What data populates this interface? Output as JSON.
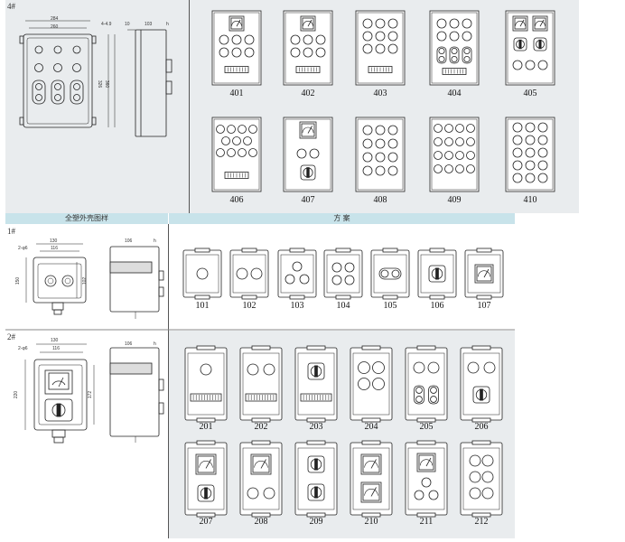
{
  "header": {
    "shell_label": "全塑外壳图样",
    "scheme_label": "方  案"
  },
  "sections": [
    {
      "id": "4#",
      "label": "4#"
    },
    {
      "id": "1#",
      "label": "1#"
    },
    {
      "id": "2#",
      "label": "2#"
    }
  ],
  "dimensions": {
    "s4": {
      "w1": "284",
      "w2": "260",
      "holes": "4-4.9",
      "d1": "10",
      "d2": "103",
      "h_mark": "h",
      "v1": "326",
      "v2": "360"
    },
    "s1": {
      "w1": "130",
      "w2": "116",
      "phi": "2-φ6",
      "v1": "150",
      "v2": "102",
      "depth": "106",
      "h_mark": "h"
    },
    "s2": {
      "w1": "130",
      "w2": "116",
      "phi": "2-φ6",
      "v1": "220",
      "v2": "172",
      "depth": "106",
      "h_mark": "h"
    }
  },
  "schemes_4": [
    {
      "code": "401",
      "layout": "meter+6+strip"
    },
    {
      "code": "402",
      "layout": "meter+6+strip"
    },
    {
      "code": "403",
      "layout": "9+strip"
    },
    {
      "code": "404",
      "layout": "6+dual+strip"
    },
    {
      "code": "405",
      "layout": "2meter+2switch+3"
    },
    {
      "code": "406",
      "layout": "10+strip"
    },
    {
      "code": "407",
      "layout": "meter+2+switch"
    },
    {
      "code": "408",
      "layout": "12"
    },
    {
      "code": "409",
      "layout": "15"
    },
    {
      "code": "410",
      "layout": "15small"
    }
  ],
  "schemes_1": [
    {
      "code": "101",
      "layout": "1"
    },
    {
      "code": "102",
      "layout": "2"
    },
    {
      "code": "103",
      "layout": "3"
    },
    {
      "code": "104",
      "layout": "4"
    },
    {
      "code": "105",
      "layout": "dual"
    },
    {
      "code": "106",
      "layout": "switch"
    },
    {
      "code": "107",
      "layout": "meter"
    }
  ],
  "schemes_2": [
    {
      "code": "201",
      "layout": "1+strip"
    },
    {
      "code": "202",
      "layout": "2+strip"
    },
    {
      "code": "203",
      "layout": "switch+strip"
    },
    {
      "code": "204",
      "layout": "4"
    },
    {
      "code": "205",
      "layout": "2+dual"
    },
    {
      "code": "206",
      "layout": "2+switch"
    },
    {
      "code": "207",
      "layout": "meter+switch"
    },
    {
      "code": "208",
      "layout": "meter+2"
    },
    {
      "code": "209",
      "layout": "2switch"
    },
    {
      "code": "210",
      "layout": "2meter"
    },
    {
      "code": "211",
      "layout": "meter+3"
    },
    {
      "code": "212",
      "layout": "6"
    }
  ]
}
